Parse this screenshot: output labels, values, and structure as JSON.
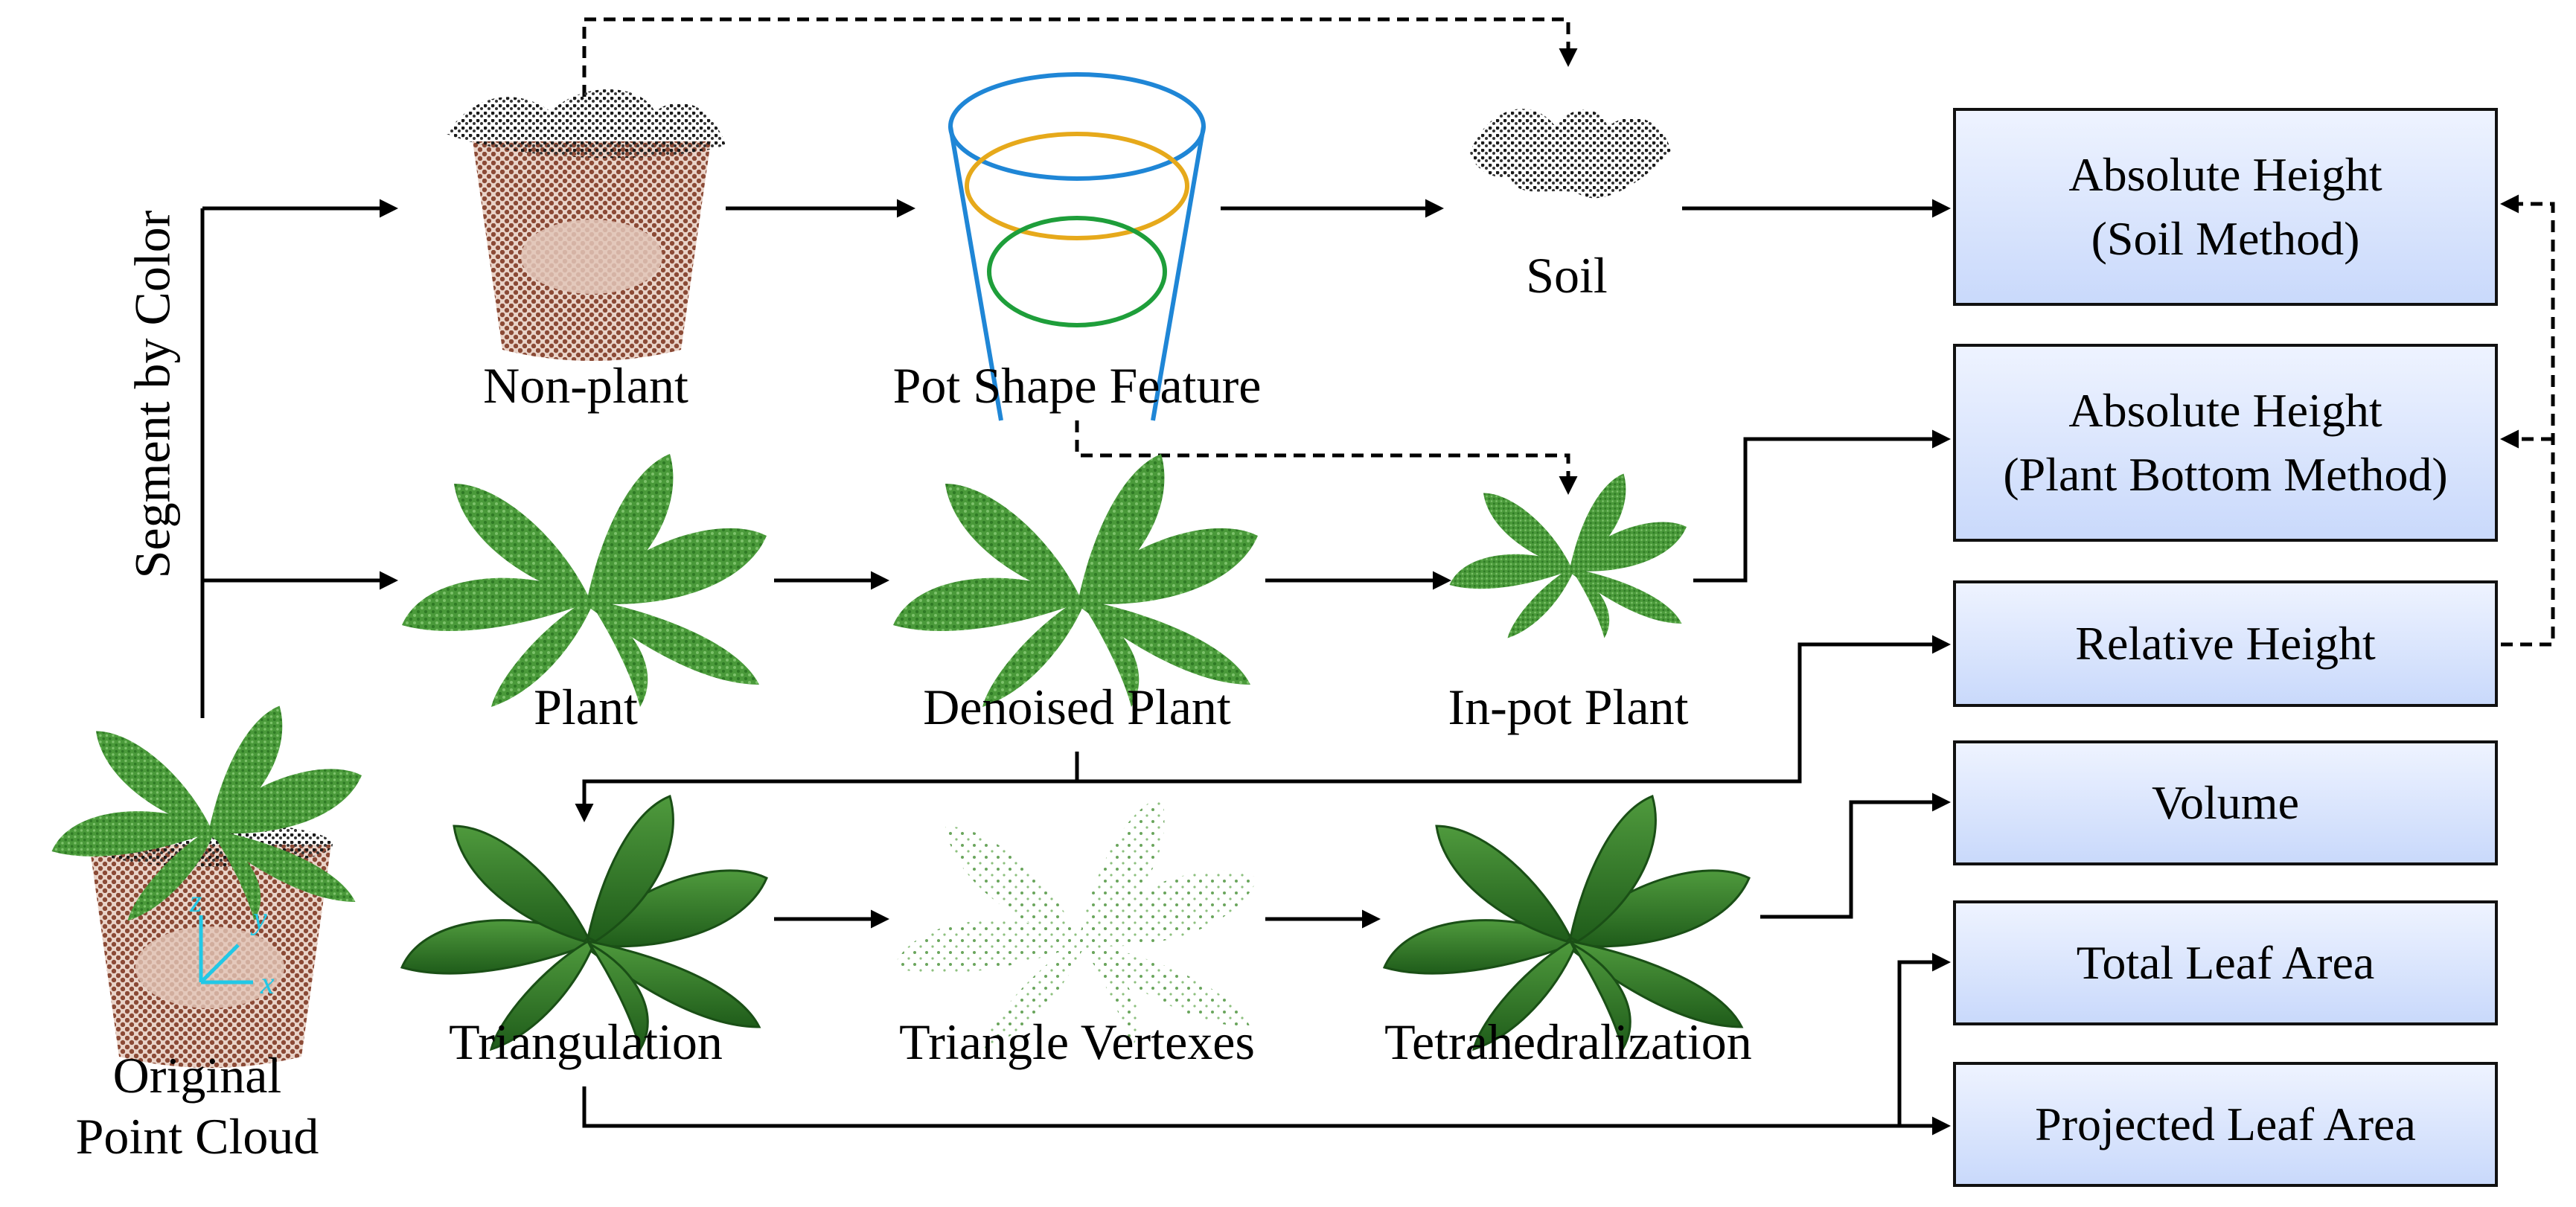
{
  "side_label": "Segment by Color",
  "nodes": {
    "original_line1": "Original",
    "original_line2": "Point Cloud",
    "non_plant": "Non-plant",
    "pot_shape": "Pot Shape Feature",
    "soil": "Soil",
    "plant": "Plant",
    "denoised": "Denoised Plant",
    "in_pot": "In-pot Plant",
    "triangulation": "Triangulation",
    "triangle_vertexes": "Triangle Vertexes",
    "tetrahedralization": "Tetrahedralization"
  },
  "axes": {
    "z": "z",
    "y": "y",
    "x": "x"
  },
  "outputs": {
    "abs_soil_line1": "Absolute Height",
    "abs_soil_line2": "(Soil Method)",
    "abs_bottom_line1": "Absolute Height",
    "abs_bottom_line2": "(Plant Bottom Method)",
    "relative": "Relative Height",
    "volume": "Volume",
    "total_leaf": "Total Leaf Area",
    "projected_leaf": "Projected Leaf Area"
  },
  "colors": {
    "leaf": "#3c8a2e",
    "leaf_dark": "#1f5e1a",
    "pot": "#a0604a",
    "soil": "#222222",
    "pot_outer": "#1f86d6",
    "pot_mid": "#e6a91b",
    "pot_inner": "#1e9e3a",
    "box_top": "#eef3ff",
    "box_bottom": "#c9d9fb",
    "axes": "#22c8e6"
  }
}
